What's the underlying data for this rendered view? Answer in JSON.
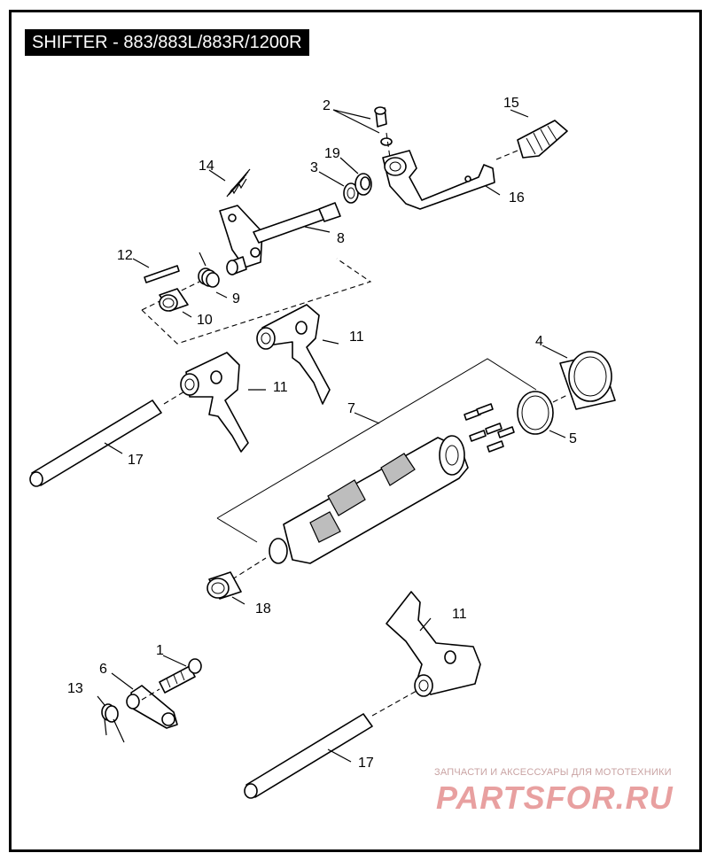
{
  "diagram": {
    "title": "SHIFTER - 883/883L/883R/1200R",
    "callouts": [
      "1",
      "2",
      "3",
      "4",
      "5",
      "6",
      "7",
      "8",
      "9",
      "10",
      "11",
      "11",
      "11",
      "12",
      "13",
      "14",
      "15",
      "16",
      "17",
      "17",
      "18",
      "19"
    ]
  },
  "watermark": {
    "subtitle": "ЗАПЧАСТИ И АКСЕССУАРЫ ДЛЯ МОТОТЕХНИКИ",
    "brand": "PARTSFOR.RU"
  }
}
